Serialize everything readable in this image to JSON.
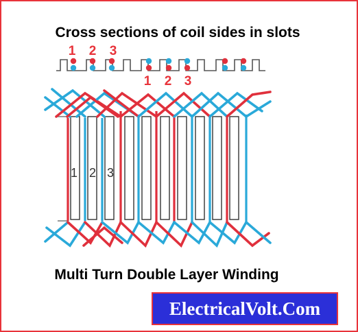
{
  "title": "Cross sections of coil sides in slots",
  "subtitle": "Multi Turn  Double Layer Winding",
  "brand": "ElectricalVolt.Com",
  "colors": {
    "border": "#e8333a",
    "red": "#e0303c",
    "blue": "#2aa9d9",
    "label_red": "#e8333a",
    "brand_bg": "#2b2fd8",
    "brand_text": "#ffffff"
  },
  "slot_labels_top": [
    "1",
    "2",
    "3"
  ],
  "slot_labels_shifted": [
    "1",
    "2",
    "3"
  ],
  "coil_labels": [
    "1",
    "2",
    "3"
  ]
}
